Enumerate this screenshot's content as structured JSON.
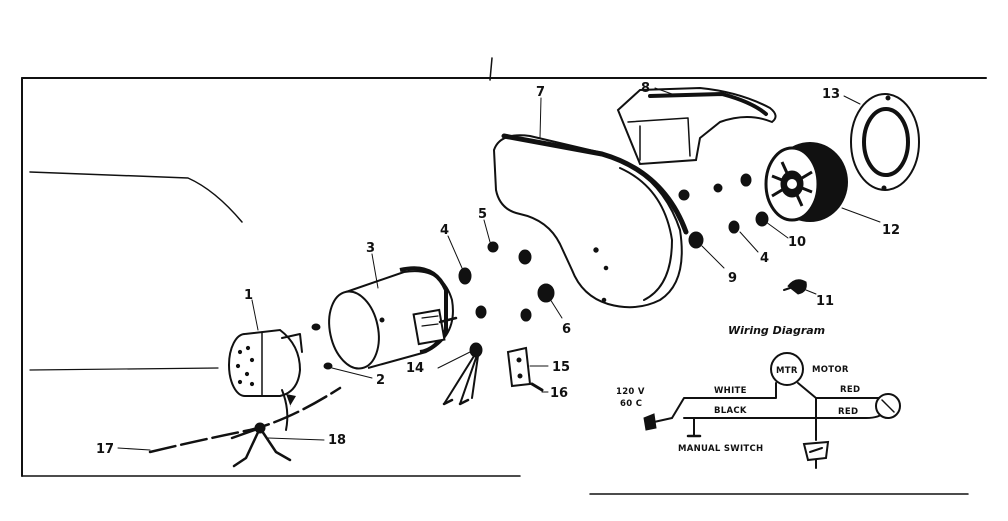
{
  "callouts": {
    "c1": "1",
    "c2": "2",
    "c3": "3",
    "c4a": "4",
    "c4b": "4",
    "c5": "5",
    "c6": "6",
    "c7": "7",
    "c8": "8",
    "c9": "9",
    "c10": "10",
    "c11": "11",
    "c12": "12",
    "c13": "13",
    "c14": "14",
    "c15": "15",
    "c16": "16",
    "c17": "17",
    "c18": "18"
  },
  "wiring": {
    "title": "Wiring Diagram",
    "motor": "MOTOR",
    "mtr": "MTR",
    "white": "WHITE",
    "black": "BLACK",
    "red_top": "RED",
    "red_bottom": "RED",
    "voltage": "120 V",
    "frequency": "60 C",
    "manual_switch": "MANUAL SWITCH"
  }
}
